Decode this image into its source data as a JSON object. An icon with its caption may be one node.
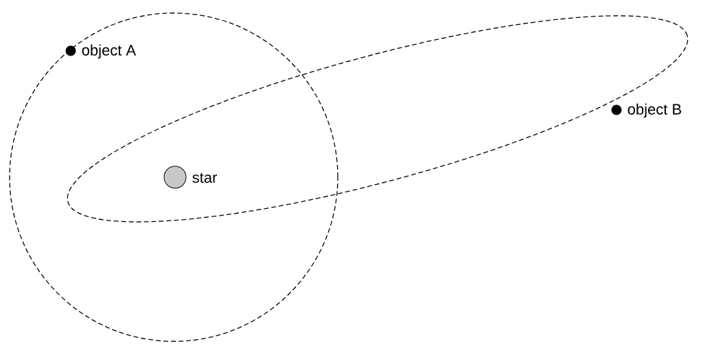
{
  "diagram": {
    "nodes": [
      {
        "text": [],
        "shape": "circle",
        "beside": [
          "object A"
        ]
      },
      {
        "text": [],
        "shape": "circle",
        "beside": [
          "object B"
        ]
      },
      {
        "text": [],
        "shape": "circle",
        "beside": [
          "star"
        ]
      }
    ]
  }
}
